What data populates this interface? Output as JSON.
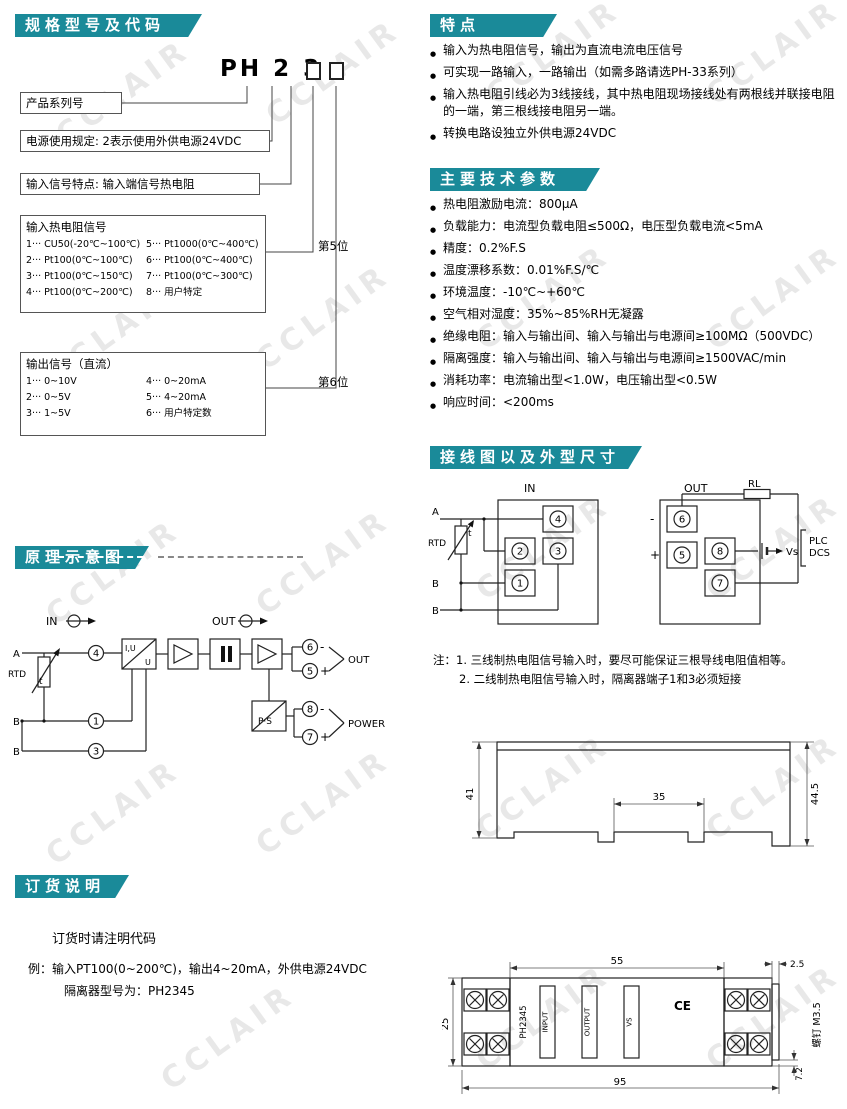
{
  "colors": {
    "banner": "#1a8a99",
    "watermark": "#d6d6d6"
  },
  "watermark": "CCLAIR",
  "spec": {
    "title": "规格型号及代码",
    "model": "PH 2 3",
    "row1": "产品系列号",
    "row2": "电源使用规定: 2表示使用外供电源24VDC",
    "row3": "输入信号特点: 输入端信号热电阻",
    "rtd_box": {
      "title": "输入热电阻信号",
      "left": [
        "1··· CU50(-20℃~100℃)",
        "2··· Pt100(0℃~100℃)",
        "3··· Pt100(0℃~150℃)",
        "4··· Pt100(0℃~200℃)"
      ],
      "right": [
        "5··· Pt1000(0℃~400℃)",
        "6··· Pt100(0℃~400℃)",
        "7··· Pt100(0℃~300℃)",
        "8··· 用户特定"
      ],
      "pos": "第5位"
    },
    "out_box": {
      "title": "输出信号（直流）",
      "left": [
        "1··· 0~10V",
        "2··· 0~5V",
        "3··· 1~5V"
      ],
      "right": [
        "4··· 0~20mA",
        "5··· 4~20mA",
        "6··· 用户特定数"
      ],
      "pos": "第6位"
    }
  },
  "principle": {
    "title": "原理示意图",
    "in_label": "IN",
    "out_label": "OUT",
    "a": "A",
    "rtd": "RTD",
    "t": "t",
    "b1": "B",
    "b2": "B",
    "iu": "I,U",
    "u": "U",
    "ps": "P·S",
    "t4": "4",
    "t1": "1",
    "t3": "3",
    "t6": "6",
    "t5": "5",
    "t8": "8",
    "t7": "7",
    "minus1": "-",
    "plus1": "+",
    "minus2": "-",
    "plus2": "+",
    "out_text": "OUT",
    "power_text": "POWER"
  },
  "order": {
    "title": "订货说明",
    "line1": "订货时请注明代码",
    "line2": "例：输入PT100(0~200℃)，输出4~20mA，外供电源24VDC",
    "line3": "隔离器型号为：PH2345"
  },
  "features": {
    "title": "特点",
    "items": [
      "输入为热电阻信号，输出为直流电流电压信号",
      "可实现一路输入，一路输出（如需多路请选PH-33系列）",
      "输入热电阻引线必为3线接线，其中热电阻现场接线处有两根线并联接电阻的一端，第三根线接电阻另一端。",
      "转换电路设独立外供电源24VDC"
    ]
  },
  "params": {
    "title": "主要技术参数",
    "items": [
      "热电阻激励电流：800μA",
      "负载能力：电流型负载电阻≤500Ω，电压型负载电流<5mA",
      "精度：0.2%F.S",
      "温度漂移系数：0.01%F.S/℃",
      "环境温度：-10℃~+60℃",
      "空气相对湿度：35%~85%RH无凝露",
      "绝缘电阻：输入与输出间、输入与输出与电源间≥100MΩ（500VDC）",
      "隔离强度：输入与输出间、输入与输出与电源间≥1500VAC/min",
      "消耗功率：电流输出型<1.0W，电压输出型<0.5W",
      "响应时间：<200ms"
    ]
  },
  "wiring": {
    "title": "接线图以及外型尺寸",
    "in_label": "IN",
    "out_label": "OUT",
    "rl": "RL",
    "a": "A",
    "rtd": "RTD",
    "t": "t",
    "b1": "B",
    "b2": "B",
    "t4": "4",
    "t2": "2",
    "t3": "3",
    "t1": "1",
    "t6": "6",
    "t8": "8",
    "t5": "5",
    "t7": "7",
    "minus": "-",
    "plus": "+",
    "plc": "PLC",
    "dcs": "DCS",
    "vs": "Vs",
    "note1": "注：1. 三线制热电阻信号输入时，要尽可能保证三根导线电阻值相等。",
    "note2": "2. 二线制热电阻信号输入时，隔离器端子1和3必须短接"
  },
  "dims_side": {
    "left_h": "41",
    "center_w": "35",
    "right_h": "44.5"
  },
  "dims_top": {
    "body_w": "55",
    "plate_w": "2.5",
    "block_h": "25",
    "total_w": "95",
    "plate_h": "7.2",
    "screw": "螺钉 M3.5",
    "model": "PH2345",
    "slot1": "INPUT",
    "slot2": "OUTPUT",
    "slot3": "VS",
    "ce": "CE"
  }
}
